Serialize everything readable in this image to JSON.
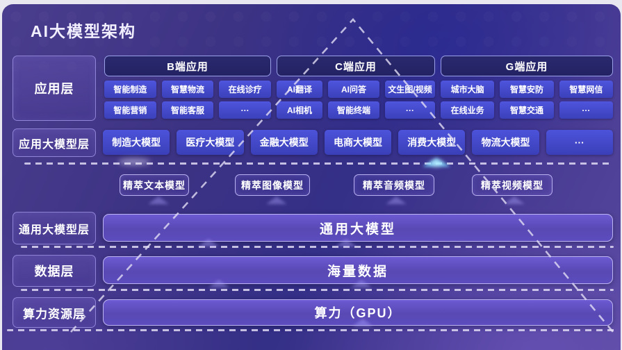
{
  "title": "AI大模型架构",
  "colors": {
    "background_purple": "#3d3384",
    "background_indigo": "#342f87",
    "chip_blue_top": "#4f55dd",
    "chip_blue_bottom": "#3b40ba",
    "group_header_fill": "#26246a",
    "group_header_border": "#9aa0e8",
    "wide_box_purple": "#5c4cbe",
    "light_border": "#b9b0f0",
    "dashed_line": "#ded8f3",
    "glow_cyan": "#7dd7ff",
    "text": "#ffffff"
  },
  "layers": {
    "application": {
      "label": "应用层",
      "groups": [
        {
          "header": "B端应用",
          "items": [
            "智能制造",
            "智慧物流",
            "在线诊疗",
            "智能营销",
            "智能客服",
            "···"
          ]
        },
        {
          "header": "C端应用",
          "items": [
            "AI翻译",
            "AI问答",
            "文生图/视频",
            "AI相机",
            "智能终端",
            "···"
          ]
        },
        {
          "header": "G端应用",
          "items": [
            "城市大脑",
            "智慧安防",
            "智慧网信",
            "在线业务",
            "智慧交通",
            "···"
          ]
        }
      ]
    },
    "app_models": {
      "label": "应用大模型层",
      "items": [
        "制造大模型",
        "医疗大模型",
        "金融大模型",
        "电商大模型",
        "消费大模型",
        "物流大模型",
        "···"
      ]
    },
    "refined_models": {
      "items": [
        "精萃文本模型",
        "精萃图像模型",
        "精萃音频模型",
        "精萃视频模型"
      ]
    },
    "general_model": {
      "label": "通用大模型层",
      "box": "通用大模型"
    },
    "data_layer": {
      "label": "数据层",
      "box": "海量数据"
    },
    "compute_layer": {
      "label": "算力资源层",
      "box": "算力（GPU）"
    }
  }
}
